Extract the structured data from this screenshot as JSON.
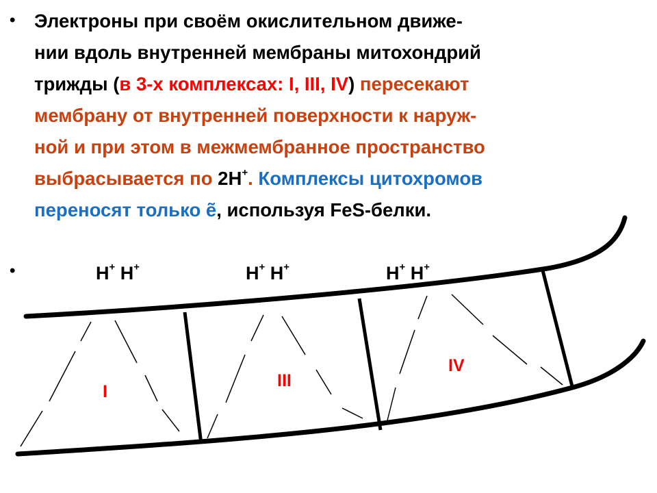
{
  "bullets": [
    "•",
    "•"
  ],
  "paragraph": {
    "l1": "Электроны при своём окислительном движе-",
    "l2": "нии вдоль внутренней мембраны митохондрий",
    "l3a": "трижды (",
    "l3b": "в 3-х комплексах: I, III, IV",
    "l3c": ") ",
    "l3d": "пересекают",
    "l4": "мембрану от внутренней поверхности к наруж-",
    "l5": "ной и при этом в межмембранное пространство",
    "l6a": "выбрасывается по ",
    "l6b": "2H",
    "l6sup": "+",
    "l6c": ". ",
    "l6d": "Комплексы цитохромов",
    "l7a": "переносят только ẽ",
    "l7b": ", используя FeS-белки."
  },
  "protons": [
    {
      "h1": "H",
      "sup1": "+",
      "h2": "H",
      "sup2": "+"
    },
    {
      "h1": "H",
      "sup1": "+",
      "h2": "H",
      "sup2": "+"
    },
    {
      "h1": "H",
      "sup1": "+",
      "h2": "H",
      "sup2": "+"
    }
  ],
  "complexes": [
    "I",
    "III",
    "IV"
  ],
  "colors": {
    "red": "#ff0000",
    "orange": "#c9410f",
    "blue": "#1a6fc4",
    "black": "#000000"
  }
}
